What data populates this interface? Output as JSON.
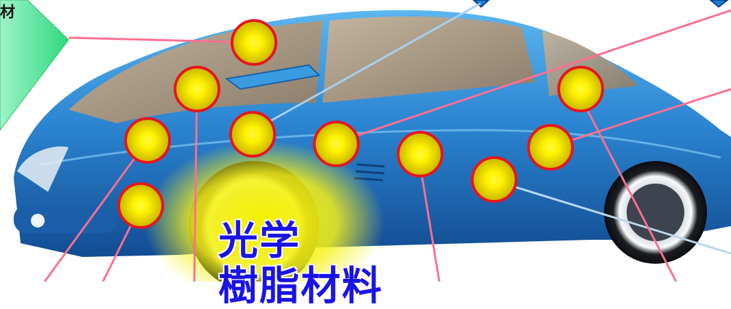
{
  "caption": {
    "line1": "光学",
    "line2": "樹脂材料"
  },
  "corner_label": "材",
  "colors": {
    "car_body": "#2f8fd8",
    "hotspot_fill": "#ffee00",
    "hotspot_ring": "#e8141e",
    "leader_line": "#ff6f8f",
    "caption_text": "#1a14e6",
    "highlight_glow": "#f4f000",
    "arrow_panel": "#3fe08f",
    "diamond": "#1a7fe0"
  },
  "icons": {
    "hotspot": "hotspot-circle-icon",
    "panel": "arrow-panel-icon",
    "diamond": "diamond-marker-icon"
  }
}
